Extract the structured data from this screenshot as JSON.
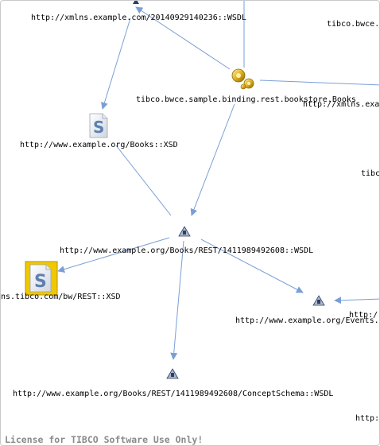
{
  "nodes": {
    "wsdl_top": "http://xmlns.example.com/20140929140236::WSDL",
    "books_binding": "tibco.bwce.sample.binding.rest.bookstore.Books",
    "books_xsd": "http://www.example.org/Books::XSD",
    "rest_wsdl": "http://www.example.org/Books/REST/1411989492608::WSDL",
    "rest_xsd": "ns.tibco.com/bw/REST::XSD",
    "events_wsdl": "http://www.example.org/Events.",
    "concept_wsdl": "http://www.example.org/Books/REST/1411989492608/ConceptSchema::WSDL",
    "right_top": "tibco.bwce.",
    "right_xmlns": "http://xmlns.exa",
    "right_tibc": "tibc",
    "right_http_a": "http:/",
    "right_http_b": "http:"
  },
  "footer": {
    "license": "License for TIBCO Software Use Only!"
  },
  "colors": {
    "edge": "#7a9fd6",
    "label": "#000000",
    "license": "#8a8a8a",
    "selection": "#f0c800"
  }
}
